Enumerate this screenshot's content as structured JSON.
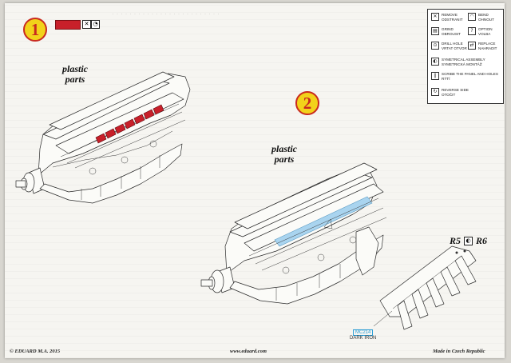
{
  "header": {
    "step1_number": "1",
    "step2_number": "2",
    "plastic_label_line1": "plastic",
    "plastic_label_line2": "parts"
  },
  "legend": {
    "items": [
      {
        "icon": "remove-icon",
        "line1": "REMOVE",
        "line2": "ODSTRANIT"
      },
      {
        "icon": "bend-icon",
        "line1": "BEND",
        "line2": "OHNOUT"
      },
      {
        "icon": "grind-icon",
        "line1": "GRIND",
        "line2": "OBROUSIT"
      },
      {
        "icon": "option-icon",
        "line1": "OPTION",
        "line2": "VOLBA"
      },
      {
        "icon": "drill-icon",
        "line1": "DRILL HOLE",
        "line2": "VRTAT OTVOR"
      },
      {
        "icon": "replace-icon",
        "line1": "REPLACE",
        "line2": "NAHRADIT"
      },
      {
        "icon": "symmetrical-icon",
        "line1": "SYMETRICAL ASSEMBLY",
        "line2": "SYMETRICKÁ MONTÁŽ"
      },
      {
        "icon": "scribe-icon",
        "line1": "SCRIBE THE PANEL AND HOLES",
        "line2": "RÝTÍ"
      },
      {
        "icon": "reverse-icon",
        "line1": "REVERSE SIDE",
        "line2": "OTOČIT"
      }
    ]
  },
  "parts": {
    "r_left": "R5",
    "r_right": "R6",
    "callout_code": "MC214",
    "callout_name": "DARK IRON"
  },
  "footer": {
    "left": "© EDUARD  M.A. 2015",
    "center": "www.eduard.com",
    "right": "Made in Czech Republic"
  },
  "colors": {
    "accent_red": "#c8202a",
    "badge_yellow": "#f2d21a",
    "highlight_blue": "#a9d4ef",
    "callout_blue": "#2a9ed6"
  }
}
